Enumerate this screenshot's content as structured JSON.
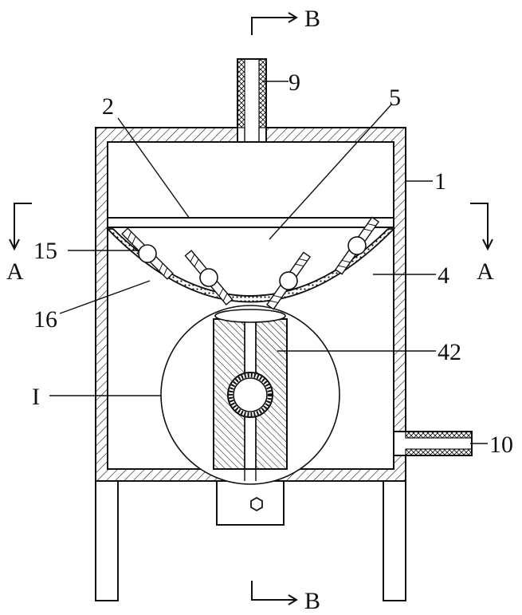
{
  "labels": {
    "part_1": "1",
    "part_2": "2",
    "part_4": "4",
    "part_5": "5",
    "part_9": "9",
    "part_10": "10",
    "part_15": "15",
    "part_16": "16",
    "part_42": "42",
    "detail_i": "I",
    "section_a_left": "A",
    "section_a_right": "A",
    "section_b_top": "B",
    "section_b_bottom": "B"
  }
}
